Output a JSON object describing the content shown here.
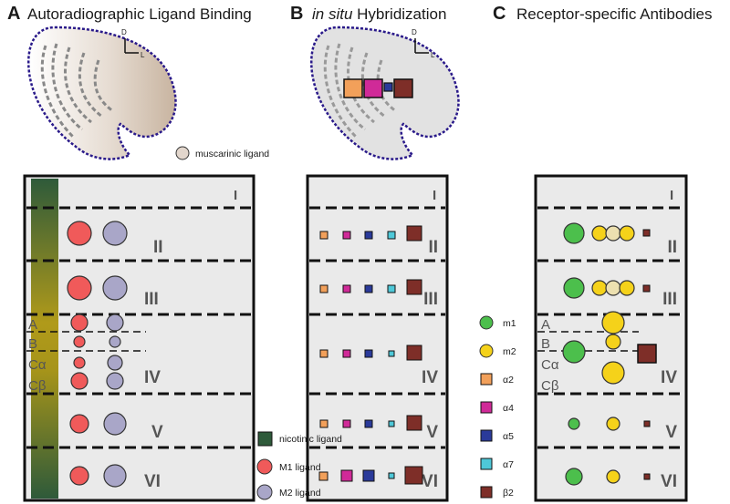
{
  "panels": {
    "a": {
      "letter": "A",
      "title": "Autoradiographic Ligand Binding"
    },
    "b": {
      "letter": "B",
      "title_italic": "in situ",
      "title_rest": " Hybridization"
    },
    "c": {
      "letter": "C",
      "title": "Receptor-specific Antibodies"
    }
  },
  "orientation": {
    "dorsal": "D",
    "lateral": "L"
  },
  "layers": [
    "I",
    "II",
    "III",
    "IV",
    "V",
    "VI"
  ],
  "sublayers": [
    "A",
    "B",
    "Cα",
    "Cβ"
  ],
  "legends": {
    "muscarinic": "muscarinic ligand",
    "ligands": [
      "nicotinic ligand",
      "M1 ligand",
      "M2 ligand"
    ],
    "subunits": [
      "m1",
      "m2",
      "α2",
      "α4",
      "α5",
      "α7",
      "β2"
    ]
  },
  "colors": {
    "nicotinic": "#2e5a3a",
    "m1_ligand": "#f05a5a",
    "m2_ligand": "#a9a6c8",
    "m1": "#4cbf4c",
    "m2": "#f5d21a",
    "alpha2": "#f2a05a",
    "alpha4": "#d02a98",
    "alpha5": "#2a3a9a",
    "alpha7": "#4ec8d8",
    "beta2": "#7e2e28",
    "outline": "#2a1a8a",
    "panel_bg": "#eaeaea"
  }
}
